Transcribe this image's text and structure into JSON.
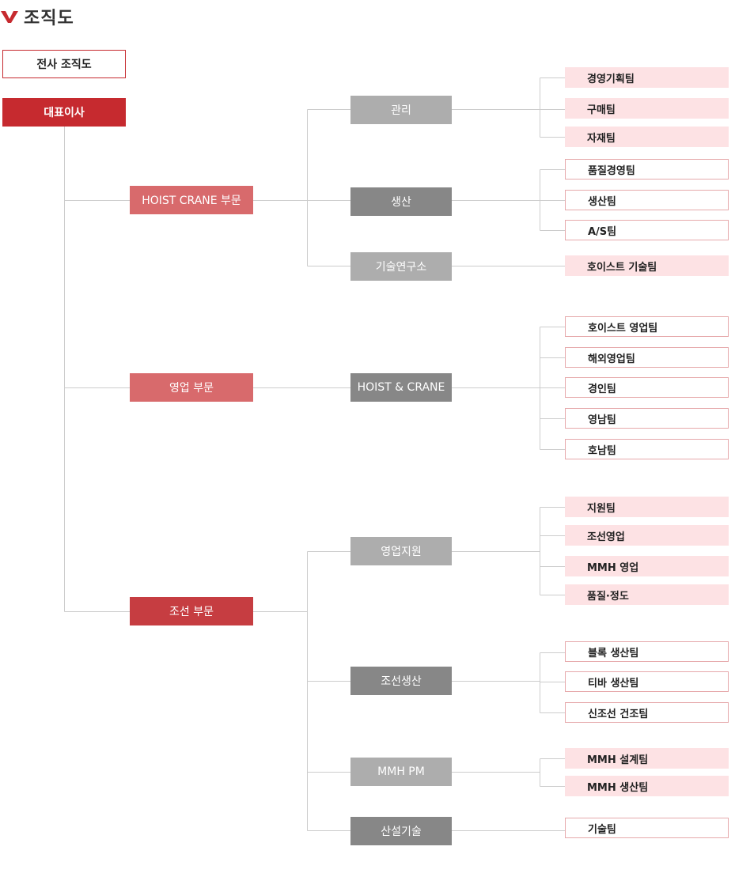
{
  "page": {
    "title": "조직도"
  },
  "colors": {
    "primary_red": "#c62a2f",
    "division_light": "#d86a6c",
    "division_dark": "#c63d41",
    "dept_light": "#adadad",
    "dept_dark": "#878787",
    "team_pink": "#fde2e4",
    "team_border": "#e6a9ab",
    "connector": "#cccccc"
  },
  "org": {
    "company_label": "전사 조직도",
    "ceo": "대표이사",
    "divisions": [
      {
        "name": "HOIST CRANE 부문",
        "departments": [
          {
            "name": "관리",
            "teams": [
              "경영기획팀",
              "구매팀",
              "자재팀"
            ]
          },
          {
            "name": "생산",
            "teams": [
              "품질경영팀",
              "생산팀",
              "A/S팀"
            ]
          },
          {
            "name": "기술연구소",
            "teams": [
              "호이스트 기술팀"
            ]
          }
        ]
      },
      {
        "name": "영업 부문",
        "departments": [
          {
            "name": "HOIST & CRANE",
            "teams": [
              "호이스트 영업팀",
              "해외영업팀",
              "경인팀",
              "영남팀",
              "호남팀"
            ]
          }
        ]
      },
      {
        "name": "조선 부문",
        "departments": [
          {
            "name": "영업지원",
            "teams": [
              "지원팀",
              "조선영업",
              "MMH 영업",
              "품질·정도"
            ]
          },
          {
            "name": "조선생산",
            "teams": [
              "블록 생산팀",
              "티바 생산팀",
              "신조선 건조팀"
            ]
          },
          {
            "name": "MMH PM",
            "teams": [
              "MMH 설계팀",
              "MMH 생산팀"
            ]
          },
          {
            "name": "산설기술",
            "teams": [
              "기술팀"
            ]
          }
        ]
      }
    ]
  }
}
